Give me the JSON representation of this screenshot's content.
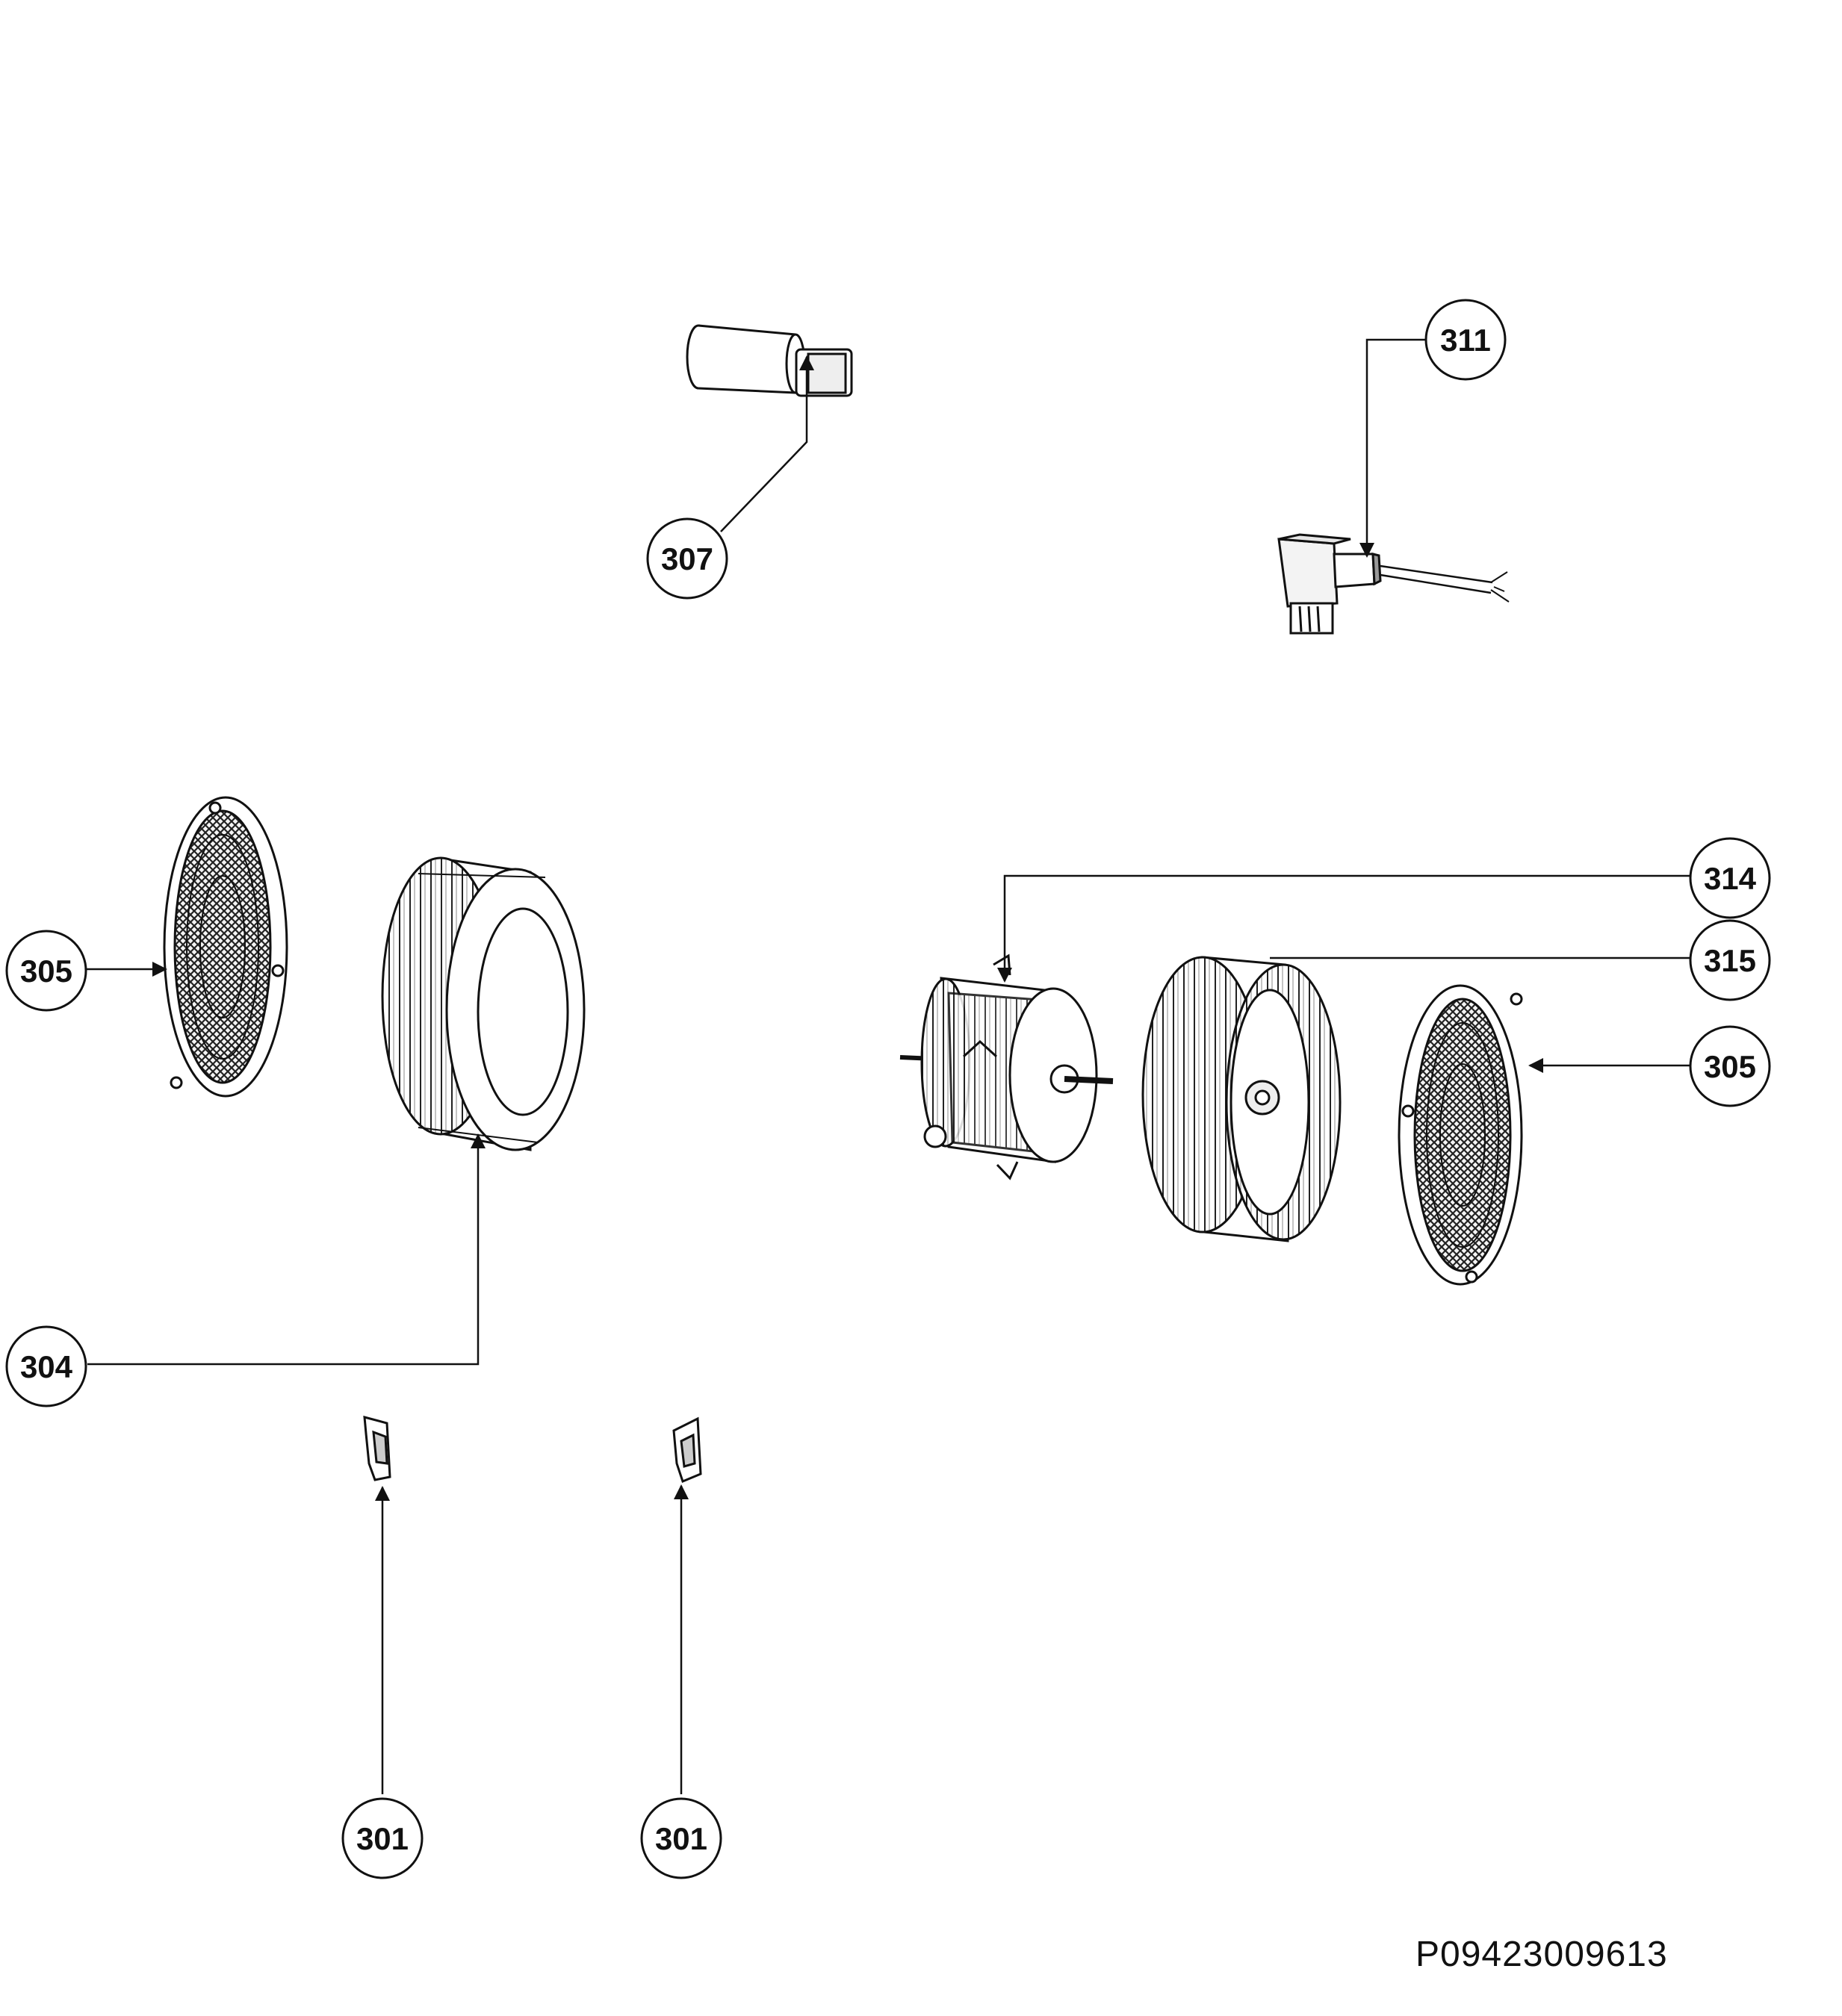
{
  "document_number": "P09423009613",
  "callouts": [
    {
      "id": "c307",
      "label": "307"
    },
    {
      "id": "c311",
      "label": "311"
    },
    {
      "id": "c305a",
      "label": "305"
    },
    {
      "id": "c314",
      "label": "314"
    },
    {
      "id": "c315",
      "label": "315"
    },
    {
      "id": "c305b",
      "label": "305"
    },
    {
      "id": "c304",
      "label": "304"
    },
    {
      "id": "c301a",
      "label": "301"
    },
    {
      "id": "c301b",
      "label": "301"
    }
  ],
  "parts": {
    "capacitor": "capacitor",
    "connector": "power-connector",
    "grille_left": "fan-grille",
    "wheel_left": "blower-wheel",
    "motor": "fan-motor",
    "wheel_right": "blower-wheel",
    "grille_right": "fan-grille",
    "clip_left": "clip",
    "clip_right": "clip"
  }
}
